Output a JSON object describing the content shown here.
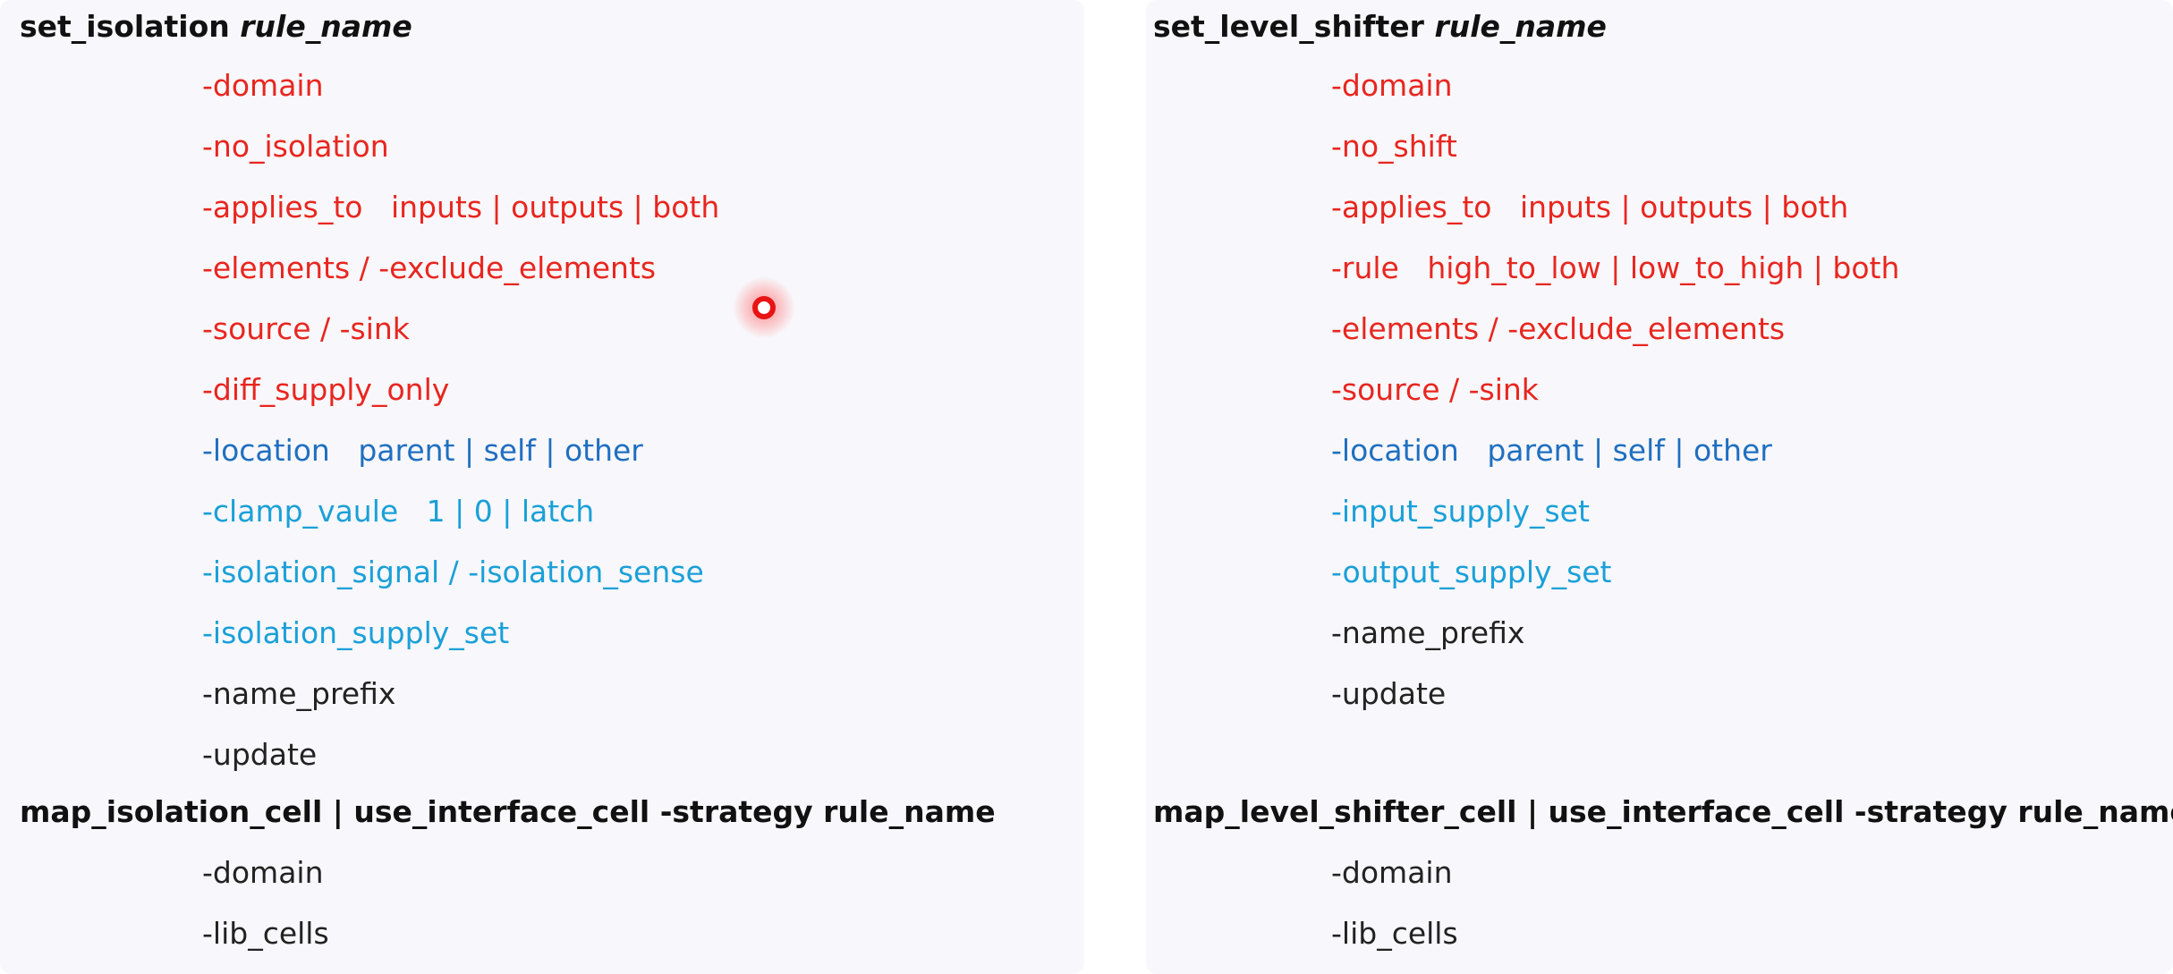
{
  "left": {
    "header": {
      "cmd": "set_isolation",
      "arg": "rule_name"
    },
    "options": [
      {
        "text": "-domain",
        "color": "#e8261f"
      },
      {
        "text": "-no_isolation",
        "color": "#e8261f"
      },
      {
        "text": "-applies_to   inputs | outputs | both",
        "color": "#e8261f"
      },
      {
        "text": "-elements / -exclude_elements",
        "color": "#e8261f"
      },
      {
        "text": "-source / -sink",
        "color": "#e8261f"
      },
      {
        "text": "-diff_supply_only",
        "color": "#e8261f"
      },
      {
        "text": "-location   parent | self | other",
        "color": "#1f6fc0"
      },
      {
        "text": "-clamp_vaule   1 | 0 | latch",
        "color": "#1aa0d8"
      },
      {
        "text": "-isolation_signal / -isolation_sense",
        "color": "#1aa0d8"
      },
      {
        "text": "-isolation_supply_set",
        "color": "#1aa0d8"
      },
      {
        "text": "-name_prefix",
        "color": "#222222"
      },
      {
        "text": "-update",
        "color": "#222222"
      }
    ],
    "map_header": "map_isolation_cell | use_interface_cell -strategy rule_name",
    "map_options": [
      "-domain",
      "-lib_cells"
    ]
  },
  "right": {
    "header": {
      "cmd": "set_level_shifter",
      "arg": "rule_name"
    },
    "options": [
      {
        "text": "-domain",
        "color": "#e8261f"
      },
      {
        "text": "-no_shift",
        "color": "#e8261f"
      },
      {
        "text": "-applies_to   inputs | outputs | both",
        "color": "#e8261f"
      },
      {
        "text": "-rule   high_to_low | low_to_high | both",
        "color": "#e8261f"
      },
      {
        "text": "-elements / -exclude_elements",
        "color": "#e8261f"
      },
      {
        "text": "-source / -sink",
        "color": "#e8261f"
      },
      {
        "text": "-location   parent | self | other",
        "color": "#1f6fc0"
      },
      {
        "text": "-input_supply_set",
        "color": "#1aa0d8"
      },
      {
        "text": "-output_supply_set",
        "color": "#1aa0d8"
      },
      {
        "text": "-name_prefix",
        "color": "#222222"
      },
      {
        "text": "-update",
        "color": "#222222"
      }
    ],
    "map_header": "map_level_shifter_cell | use_interface_cell -strategy rule_name",
    "map_options": [
      "-domain",
      "-lib_cells"
    ]
  }
}
